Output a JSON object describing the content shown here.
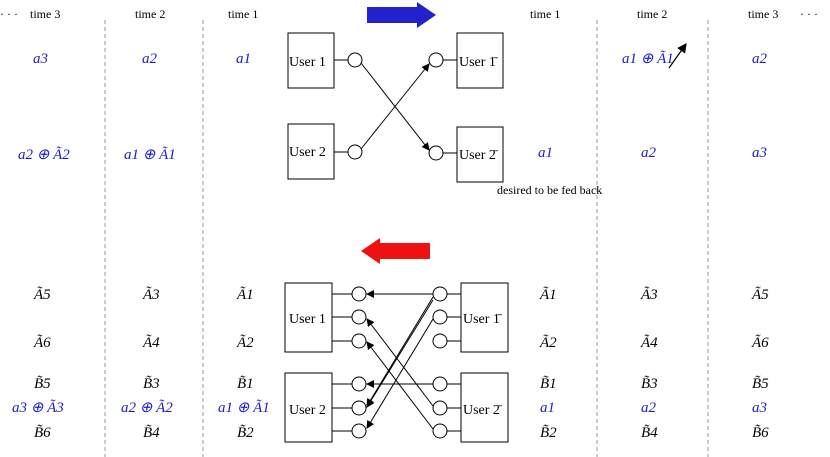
{
  "time_headers": {
    "left_ellipsis": "· · ·",
    "right_ellipsis": "· · ·",
    "left": [
      "time 3",
      "time 2",
      "time 1"
    ],
    "right": [
      "time 1",
      "time 2",
      "time 3"
    ]
  },
  "top": {
    "left_row1": [
      "a3",
      "a2",
      "a1"
    ],
    "left_row2": [
      "a2 ⊕ Ã2",
      "a1 ⊕ Ã1"
    ],
    "right_row1_t2": "a1 ⊕ Ã1",
    "right_row1_t3": "a2",
    "right_row2": [
      "a1",
      "a2",
      "a3"
    ],
    "user1": "User 1",
    "user2": "User 2",
    "user1bar": "User 1̄",
    "user2bar": "User 2̄",
    "feedback_note": "desired to be fed back",
    "arrow_color": "#2222cc"
  },
  "bottom": {
    "arrow_color": "#ee1111",
    "user1": "User 1",
    "user2": "User 2",
    "user1bar": "User 1̄",
    "user2bar": "User 2̄",
    "left_col_t3": [
      "Ã5",
      "Ã6",
      "B̃5",
      "a3 ⊕ Ã3",
      "B̃6"
    ],
    "left_col_t2": [
      "Ã3",
      "Ã4",
      "B̃3",
      "a2 ⊕ Ã2",
      "B̃4"
    ],
    "left_col_t1": [
      "Ã1",
      "Ã2",
      "B̃1",
      "a1 ⊕ Ã1",
      "B̃2"
    ],
    "right_col_t1": [
      "Ã1",
      "Ã2",
      "B̃1",
      "a1",
      "B̃2"
    ],
    "right_col_t2": [
      "Ã3",
      "Ã4",
      "B̃3",
      "a2",
      "B̃4"
    ],
    "right_col_t3": [
      "Ã5",
      "Ã6",
      "B̃5",
      "a3",
      "B̃6"
    ]
  }
}
